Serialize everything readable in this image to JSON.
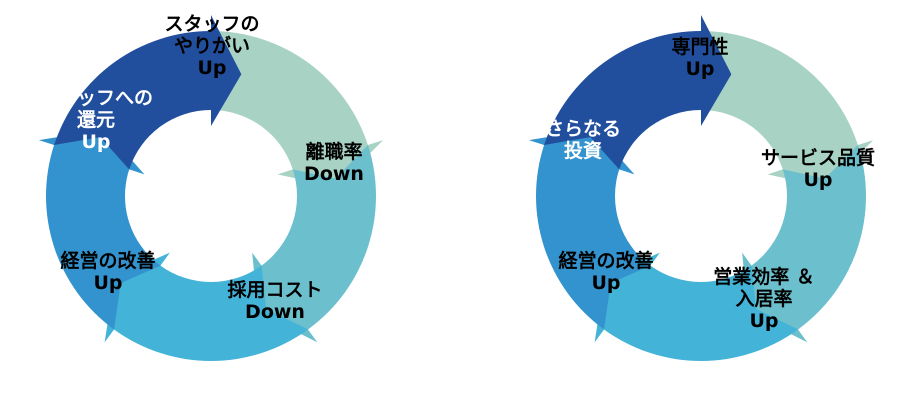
{
  "colors": {
    "mint": "#a8d3c4",
    "teal": "#6cbfcc",
    "sky": "#44b3d8",
    "blue": "#3393ce",
    "navy": "#214f9e",
    "text_dark": "#000000",
    "text_light": "#ffffff"
  },
  "cycles": [
    {
      "segments": [
        {
          "color": "#a8d3c4",
          "text_color": "#000000",
          "lines": [
            "スタッフの",
            "やりがい",
            "Up"
          ]
        },
        {
          "color": "#6cbfcc",
          "text_color": "#000000",
          "lines": [
            "離職率",
            "Down"
          ]
        },
        {
          "color": "#44b3d8",
          "text_color": "#000000",
          "lines": [
            "採用コスト",
            "Down"
          ]
        },
        {
          "color": "#3393ce",
          "text_color": "#000000",
          "lines": [
            "経営の改善",
            "Up"
          ]
        },
        {
          "color": "#214f9e",
          "text_color": "#ffffff",
          "lines": [
            "スタッフへの",
            "還元",
            "Up"
          ]
        }
      ]
    },
    {
      "segments": [
        {
          "color": "#a8d3c4",
          "text_color": "#000000",
          "lines": [
            "専門性",
            "Up"
          ]
        },
        {
          "color": "#6cbfcc",
          "text_color": "#000000",
          "lines": [
            "サービス品質",
            "Up"
          ]
        },
        {
          "color": "#44b3d8",
          "text_color": "#000000",
          "lines": [
            "営業効率 ＆",
            "入居率",
            "Up"
          ]
        },
        {
          "color": "#3393ce",
          "text_color": "#000000",
          "lines": [
            "経営の改善",
            "Up"
          ]
        },
        {
          "color": "#214f9e",
          "text_color": "#ffffff",
          "lines": [
            "さらなる",
            "投資"
          ]
        }
      ]
    }
  ]
}
